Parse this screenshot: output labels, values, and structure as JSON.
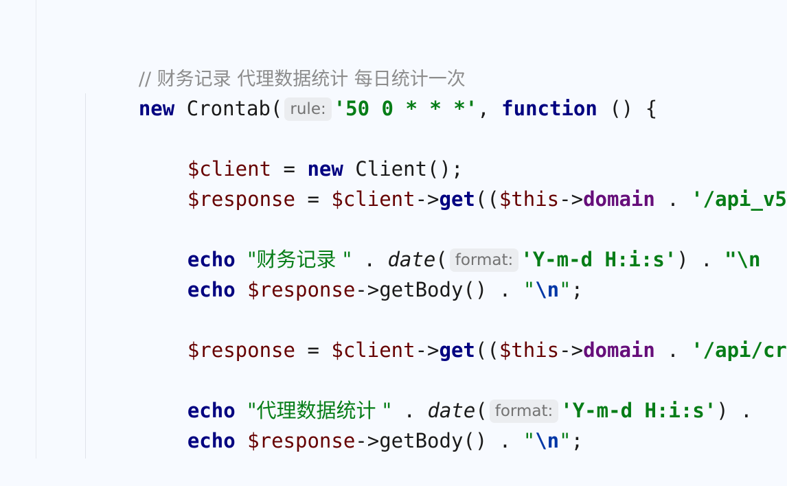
{
  "editor": {
    "comment": "// 财务记录 代理数据统计 每日统计一次",
    "cron_new": "new",
    "cron_class": "Crontab(",
    "cron_hint": "rule:",
    "cron_expr": "'50 0 * * *'",
    "cron_comma": ",",
    "cron_function": "function",
    "cron_tail": " () {",
    "l3_var": "$client",
    "l3_eq": " = ",
    "l3_new": "new",
    "l3_class": " Client();",
    "l4_var": "$response",
    "l4_eq": " = ",
    "l4_client": "$client",
    "l4_arrow": "->",
    "l4_get": "get",
    "l4_paren": "((",
    "l4_this": "$this",
    "l4_arrow2": "->",
    "l4_domain": "domain",
    "l4_dot": " . ",
    "l4_path": "'/api_v5",
    "l6_echo": "echo",
    "l6_str": "\"财务记录 \"",
    "l6_dot": " . ",
    "l6_fn": "date",
    "l6_paren": "(",
    "l6_hint": "format:",
    "l6_fmt": "'Y-m-d H:i:s'",
    "l6_close": ") . ",
    "l6_nl": "\"\\n",
    "l7_echo": "echo",
    "l7_var": " $response",
    "l7_meth": "->getBody() . ",
    "l7_q1": "\"",
    "l7_nl": "\\n",
    "l7_q2": "\"",
    "l7_semi": ";",
    "l9_var": "$response",
    "l9_eq": " = ",
    "l9_client": "$client",
    "l9_arrow": "->",
    "l9_get": "get",
    "l9_paren": "((",
    "l9_this": "$this",
    "l9_arrow2": "->",
    "l9_domain": "domain",
    "l9_dot": " . ",
    "l9_path": "'/api/cr",
    "l11_echo": "echo",
    "l11_str": "\"代理数据统计 \"",
    "l11_dot": " . ",
    "l11_fn": "date",
    "l11_paren": "(",
    "l11_hint": "format:",
    "l11_fmt": "'Y-m-d H:i:s'",
    "l11_close": ") .",
    "l12_echo": "echo",
    "l12_var": " $response",
    "l12_meth": "->getBody() . ",
    "l12_q1": "\"",
    "l12_nl": "\\n",
    "l12_q2": "\"",
    "l12_semi": ";"
  }
}
